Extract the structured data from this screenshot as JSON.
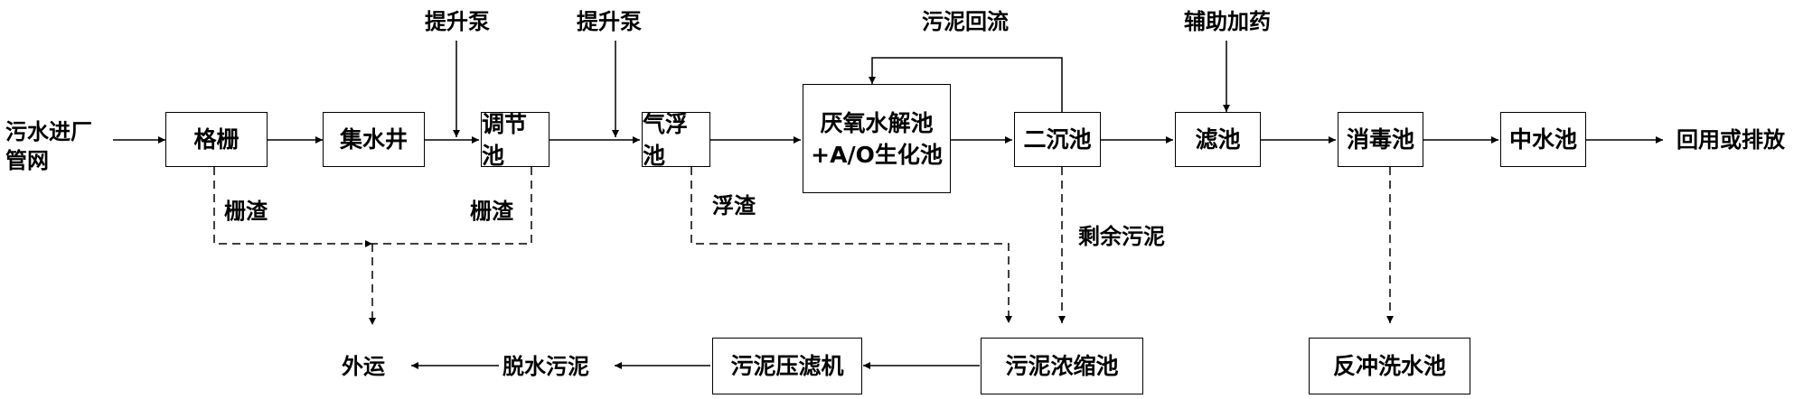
{
  "boxes": {
    "screen": "格栅",
    "sump": "集水井",
    "equalization": "调节池",
    "flotation": "气浮池",
    "biochem_line1": "厌氧水解池",
    "biochem_line2": "+A/O生化池",
    "secondary_clarifier": "二沉池",
    "filter": "滤池",
    "disinfection": "消毒池",
    "reclaimed_water": "中水池",
    "sludge_thickener": "污泥浓缩池",
    "sludge_press": "污泥压滤机",
    "backwash": "反冲洗水池"
  },
  "labels": {
    "inlet_line1": "污水进厂",
    "inlet_line2": "管网",
    "outlet": "回用或排放",
    "lift_pump_1": "提升泵",
    "lift_pump_2": "提升泵",
    "sludge_return": "污泥回流",
    "dosing": "辅助加药",
    "screenings_1": "栅渣",
    "screenings_2": "栅渣",
    "scum": "浮渣",
    "excess_sludge": "剩余污泥",
    "dewatered_sludge": "脱水污泥",
    "haul_away": "外运"
  }
}
